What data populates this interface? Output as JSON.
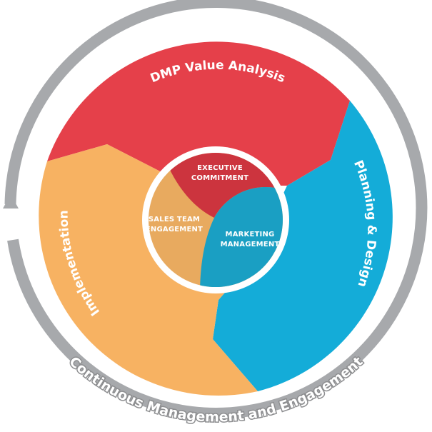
{
  "outer_ring": {
    "label": "Continuous Management and Engagement"
  },
  "segments": {
    "analysis": {
      "label": "DMP Value Analysis"
    },
    "planning": {
      "label": "Planning & Design"
    },
    "implementation": {
      "label": "Implementation"
    }
  },
  "core": {
    "executive": {
      "line1": "EXECUTIVE",
      "line2": "COMMITMENT"
    },
    "sales": {
      "line1": "SALES TEAM",
      "line2": "ENGAGEMENT"
    },
    "marketing": {
      "line1": "MARKETING",
      "line2": "MANAGEMENT"
    }
  },
  "colors": {
    "red": "#e5404a",
    "blue": "#14acd8",
    "orange": "#f7b262",
    "ring_gray": "#a7a9ac",
    "inner_red": "#cc343e",
    "inner_blue": "#1a9fc3",
    "inner_orange": "#e8aa5f"
  }
}
